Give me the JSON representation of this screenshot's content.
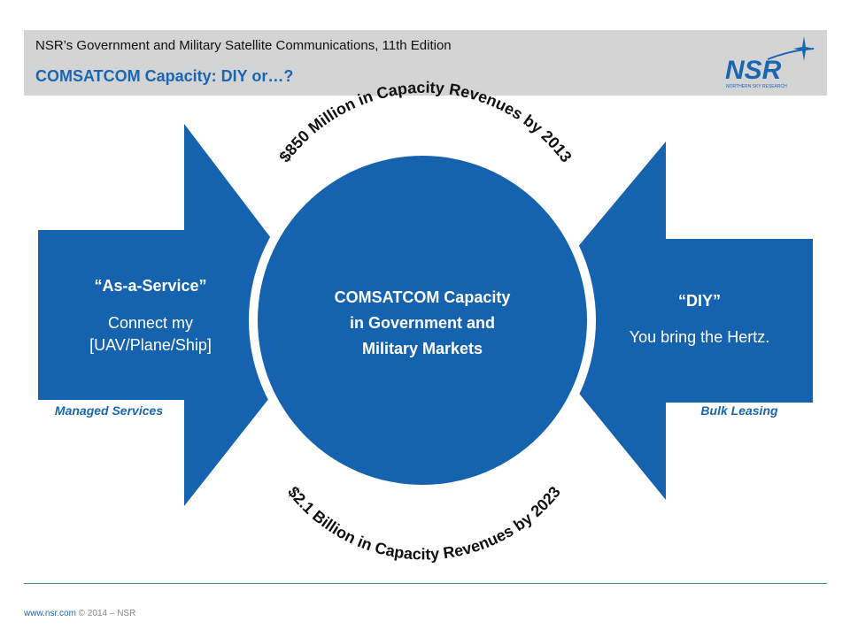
{
  "header": {
    "subtitle": "NSR’s Government and Military Satellite Communications, 11th Edition",
    "title": "COMSATCOM Capacity: DIY or…?",
    "logo_text": "NSR",
    "logo_tagline": "NORTHERN SKY RESEARCH"
  },
  "diagram": {
    "center": {
      "line1": "COMSATCOM Capacity",
      "line2": "in Government and",
      "line3": "Military Markets"
    },
    "arc_top": "$850 Million in Capacity Revenues by 2013",
    "arc_bottom": "$2.1 Billion in Capacity Revenues by 2023",
    "left": {
      "title": "“As-a-Service”",
      "line1": "Connect my",
      "line2": "[UAV/Plane/Ship]",
      "caption": "Managed Services"
    },
    "right": {
      "title": "“DIY”",
      "line1": "You bring the Hertz.",
      "caption": "Bulk Leasing"
    }
  },
  "footer": {
    "url": "www.nsr.com",
    "copyright": " © 2014 – NSR"
  },
  "colors": {
    "primary_blue": "#1563ae",
    "title_blue": "#1a66b3",
    "header_gray": "#d4d4d4",
    "rule_teal": "#2e8f9a"
  }
}
